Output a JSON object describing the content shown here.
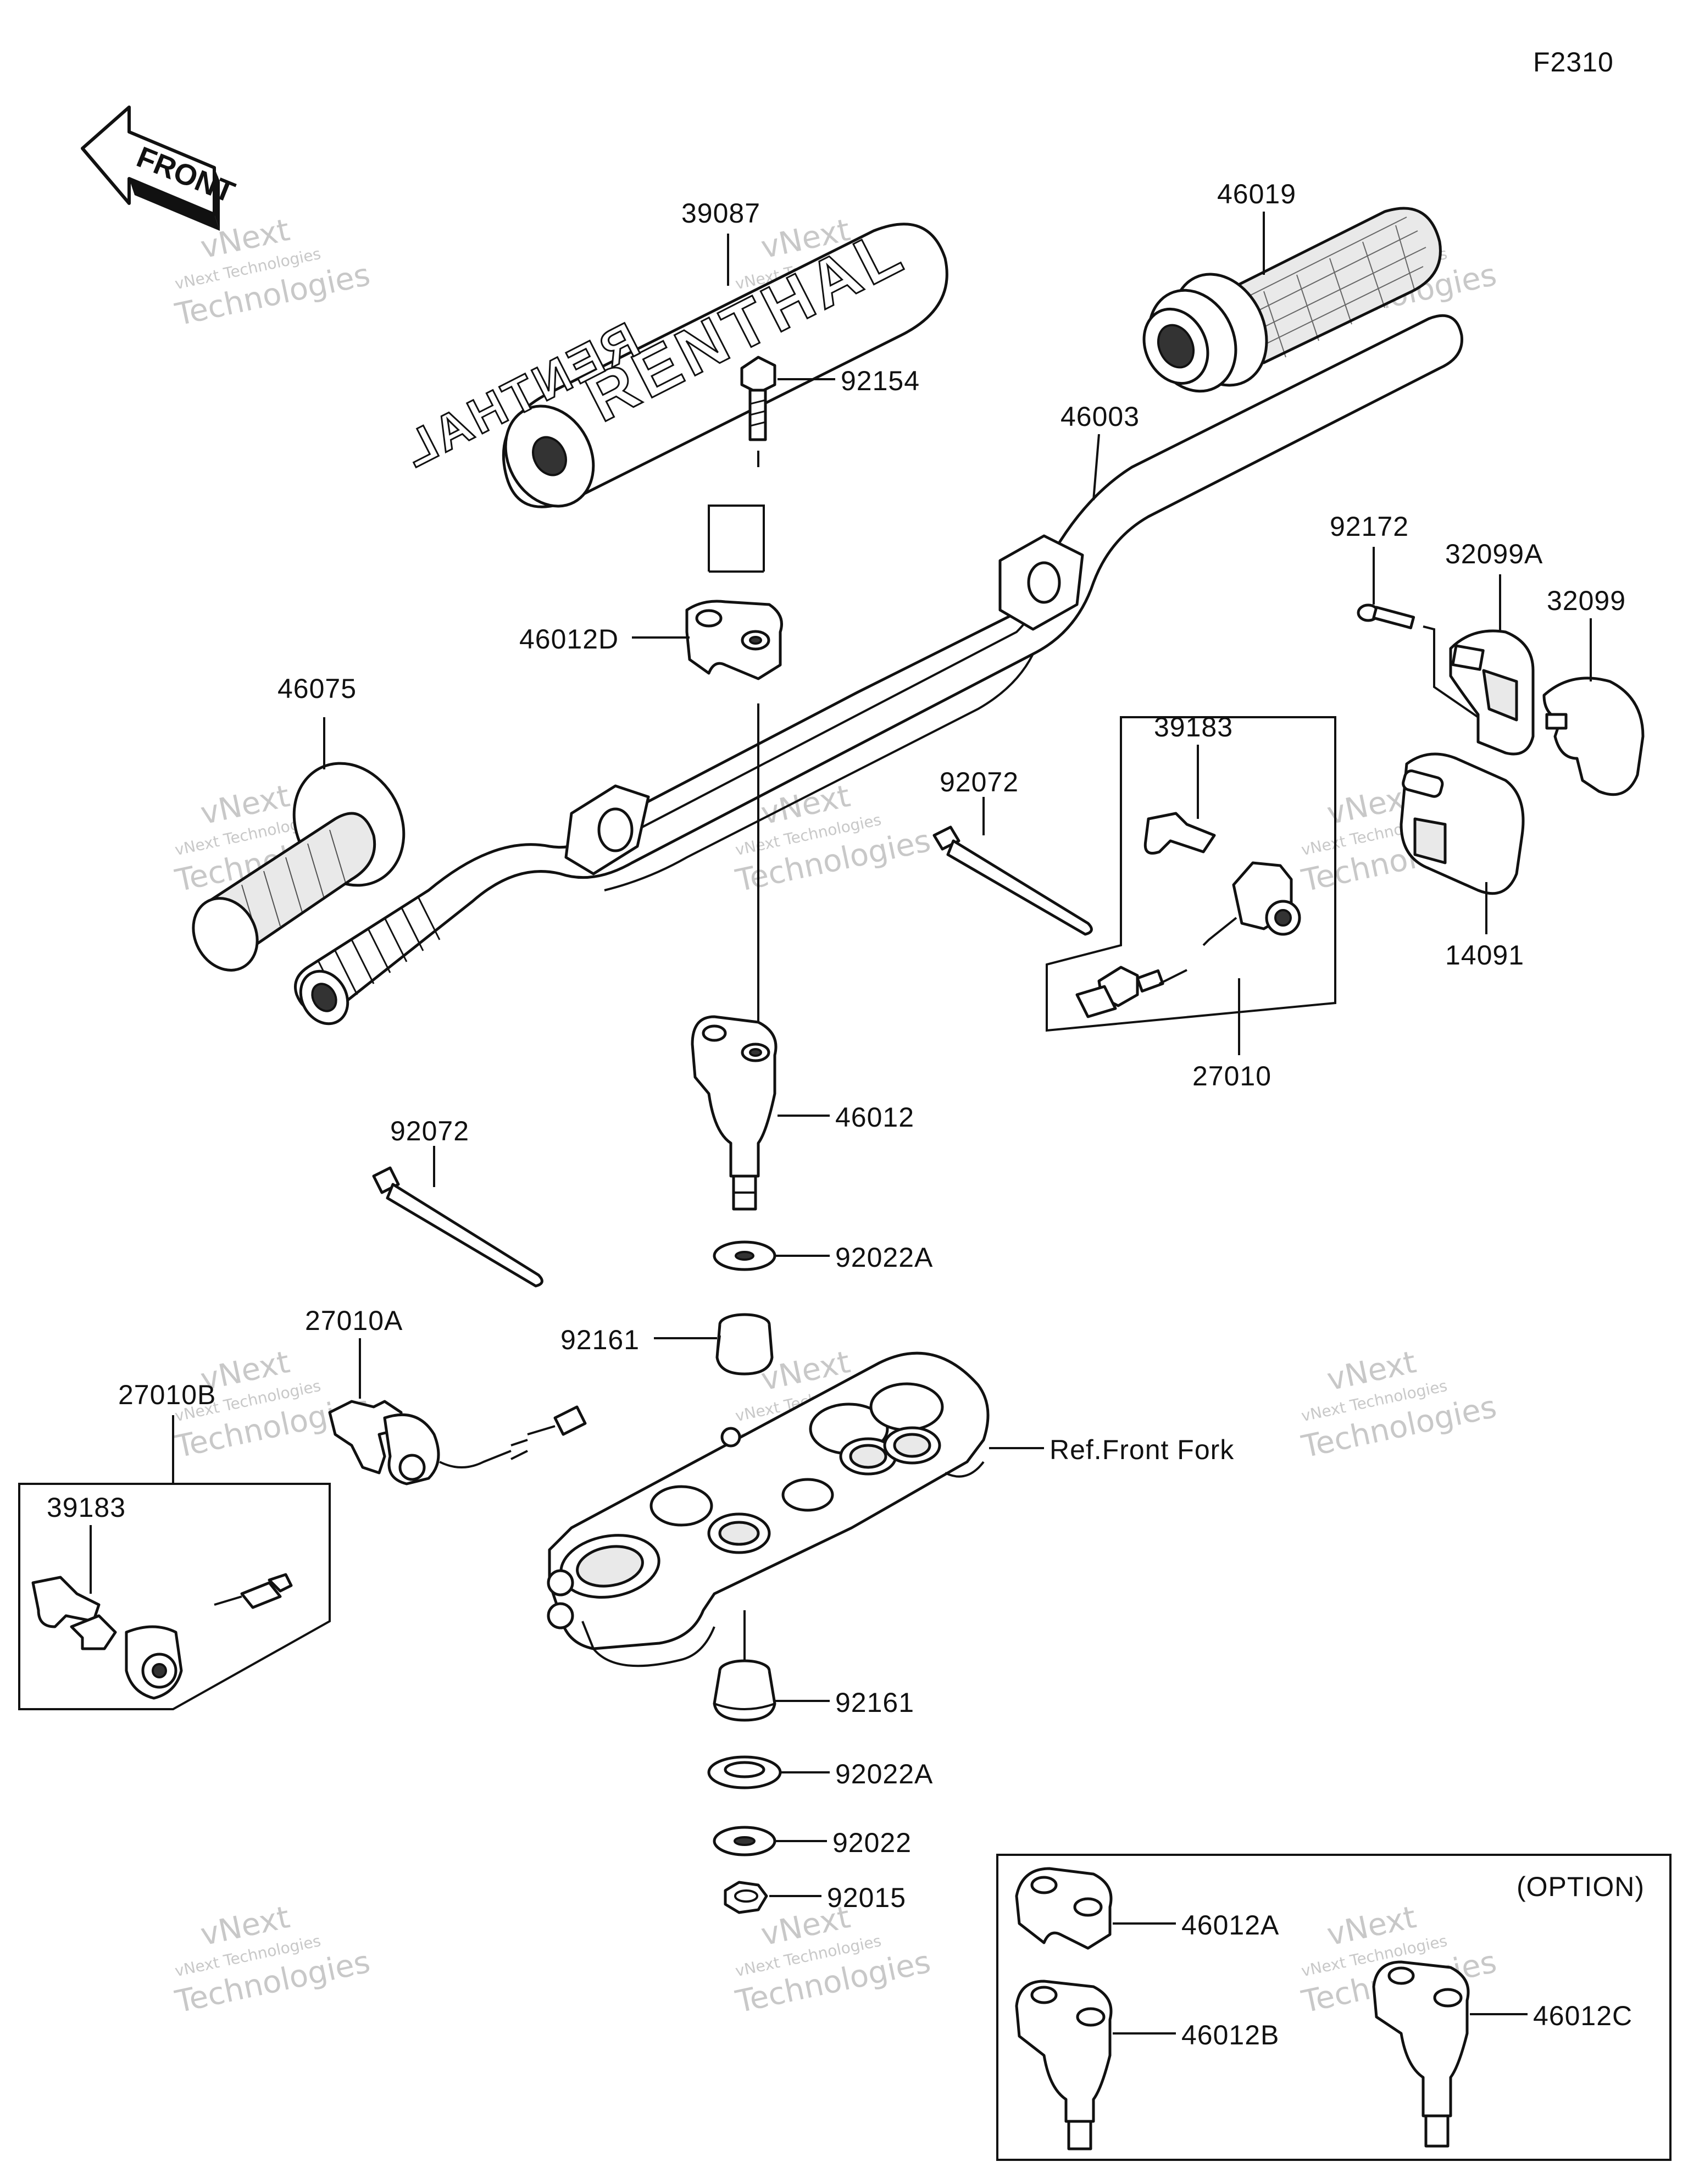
{
  "figure_code": "F2310",
  "front_label": "FRONT",
  "grip_pad_brand": "RENTHAL",
  "option_label": "(OPTION)",
  "colors": {
    "ink": "#111111",
    "watermark": "#c8c8c8",
    "background": "#ffffff"
  },
  "watermark": {
    "line1": "vNext",
    "line2": "vNext Technologies",
    "line3": "Technologies"
  },
  "parts": {
    "p39087": "39087",
    "p46019": "46019",
    "p46003": "46003",
    "p92154": "92154",
    "p46012D": "46012D",
    "p92172": "92172",
    "p32099A": "32099A",
    "p32099": "32099",
    "p46075": "46075",
    "p39183_upper": "39183",
    "p92072_upper": "92072",
    "p14091": "14091",
    "p27010": "27010",
    "p46012": "46012",
    "p92072_lower": "92072",
    "p92022A_upper": "92022A",
    "p27010A": "27010A",
    "p92161_upper": "92161",
    "p27010B": "27010B",
    "ref_front_fork": "Ref.Front Fork",
    "p39183_lower": "39183",
    "p92161_lower": "92161",
    "p92022A_lower": "92022A",
    "p92022": "92022",
    "p92015": "92015",
    "p46012A": "46012A",
    "p46012B": "46012B",
    "p46012C": "46012C"
  }
}
